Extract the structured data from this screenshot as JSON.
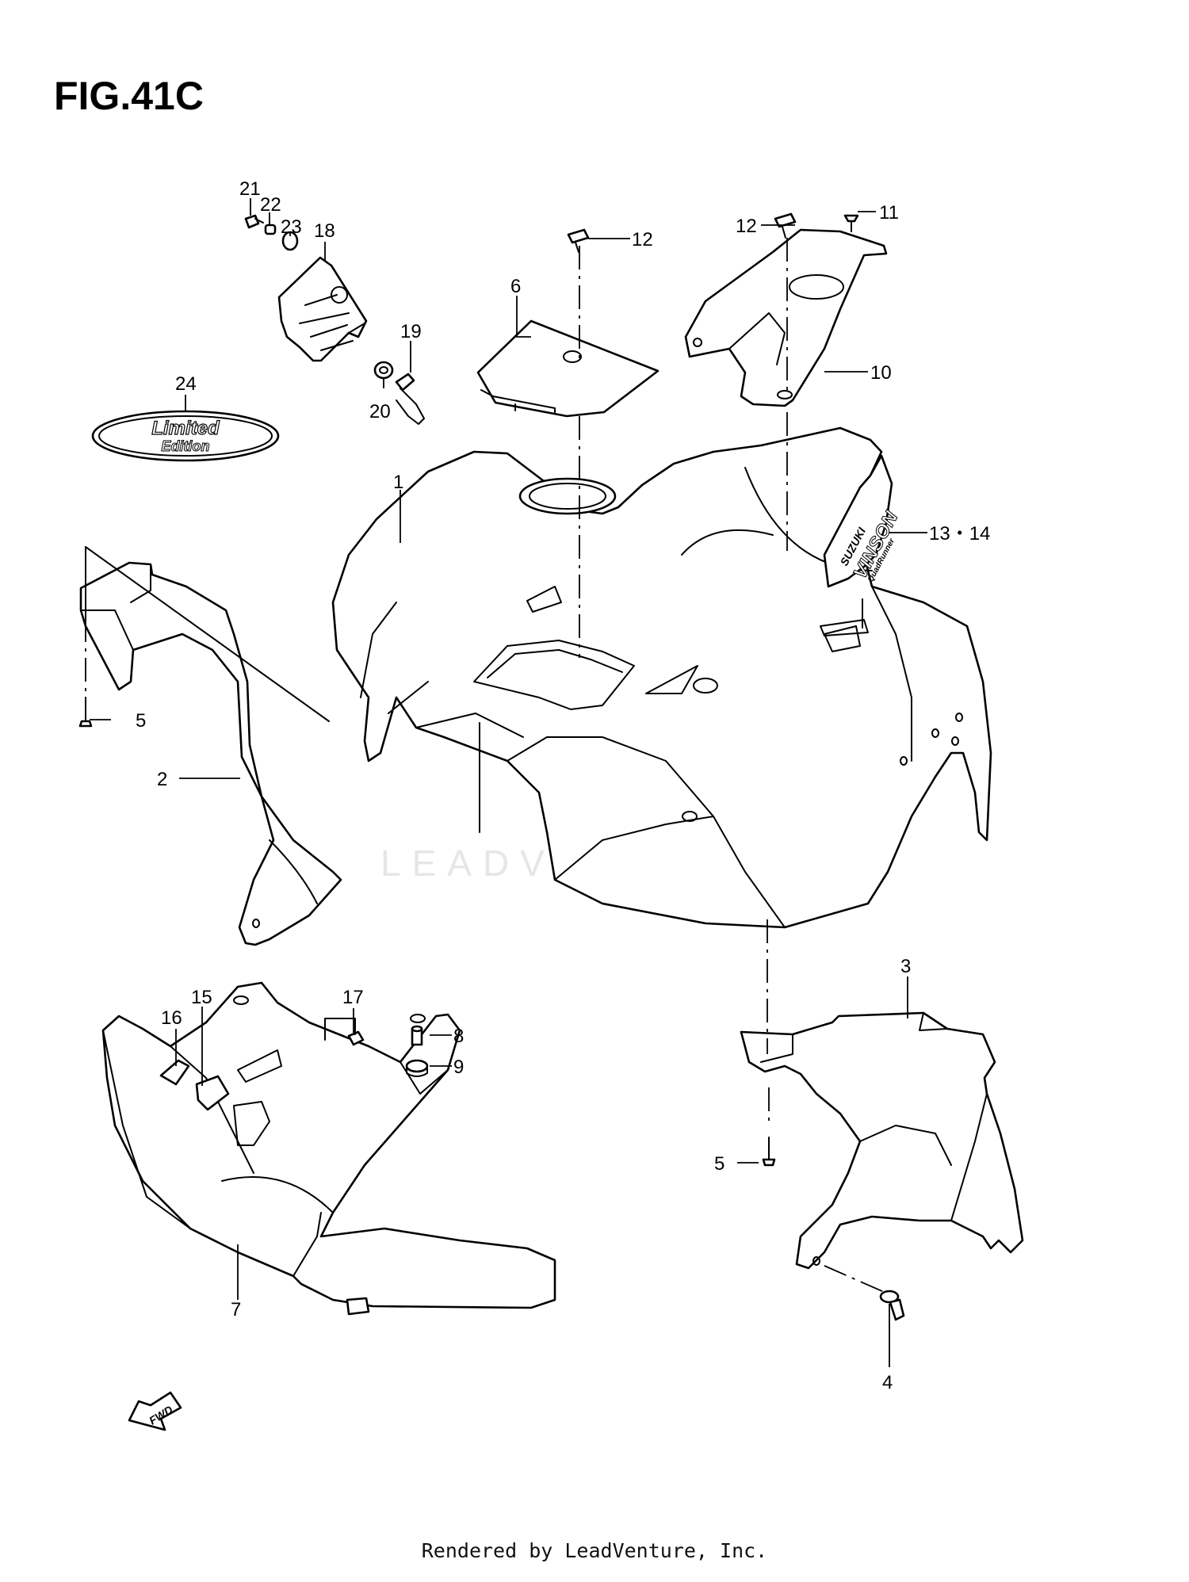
{
  "figure": {
    "title": "FIG.41C"
  },
  "footer": {
    "text": "Rendered by LeadVenture, Inc."
  },
  "watermark": {
    "text": "LEADVENTURE"
  },
  "decals": {
    "limited_line1": "Limited",
    "limited_line2": "Edition",
    "brand": "SUZUKI",
    "model": "VINSON",
    "sub": "QuadRunner",
    "fwd": "FWD"
  },
  "callouts": {
    "c1": "1",
    "c2": "2",
    "c3": "3",
    "c4": "4",
    "c5a": "5",
    "c5b": "5",
    "c6": "6",
    "c7": "7",
    "c8": "8",
    "c9": "9",
    "c10": "10",
    "c11": "11",
    "c12a": "12",
    "c12b": "12",
    "c13_14": "13・14",
    "c15": "15",
    "c16": "16",
    "c17": "17",
    "c18": "18",
    "c19": "19",
    "c20": "20",
    "c21": "21",
    "c22": "22",
    "c23": "23",
    "c24": "24"
  },
  "colors": {
    "line": "#000000",
    "background": "#ffffff",
    "watermark": "#e6e6e6"
  }
}
